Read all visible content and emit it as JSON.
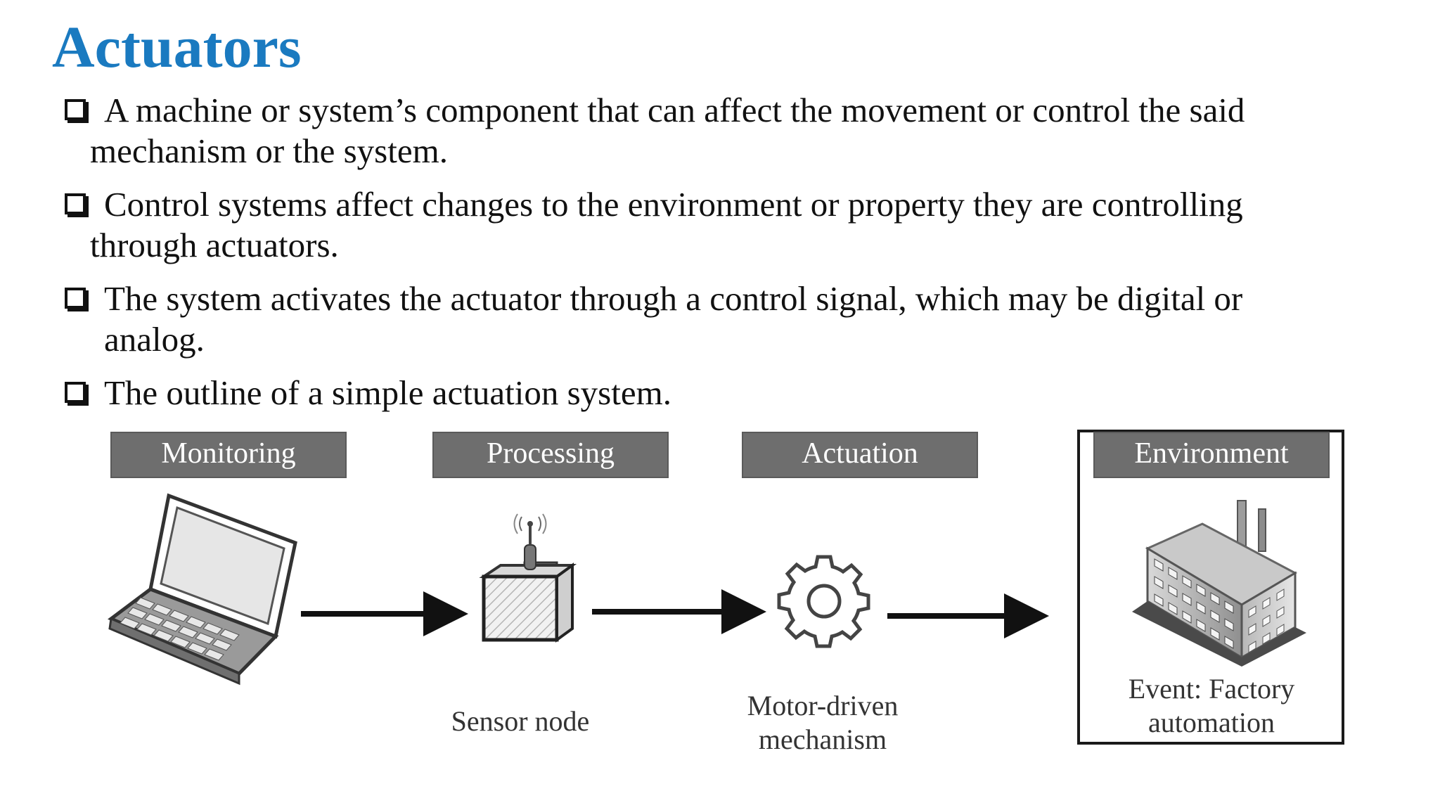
{
  "slide": {
    "title": "Actuators",
    "bullets": [
      {
        "line1": "A machine or system’s component that can affect the movement or control the said",
        "line2": "mechanism or the system."
      },
      {
        "line1": "Control systems affect changes to the environment or property they are controlling",
        "line2": "through actuators."
      },
      {
        "line1": "The system activates the actuator through a control signal, which may be digital or",
        "line2": "analog."
      },
      {
        "line1": "The outline of a simple actuation system.",
        "line2": ""
      }
    ]
  },
  "diagram": {
    "stages": [
      {
        "header": "Monitoring",
        "icon": "laptop-icon",
        "caption": ""
      },
      {
        "header": "Processing",
        "icon": "sensor-node-icon",
        "caption": "Sensor node"
      },
      {
        "header": "Actuation",
        "icon": "gear-icon",
        "caption_line1": "Motor-driven",
        "caption_line2": "mechanism"
      },
      {
        "header": "Environment",
        "icon": "factory-icon",
        "caption_line1": "Event: Factory",
        "caption_line2": "automation"
      }
    ],
    "colors": {
      "title": "#1a7ac0",
      "header_bg": "#6e6e6e",
      "header_text": "#ffffff",
      "arrow": "#111111"
    }
  }
}
